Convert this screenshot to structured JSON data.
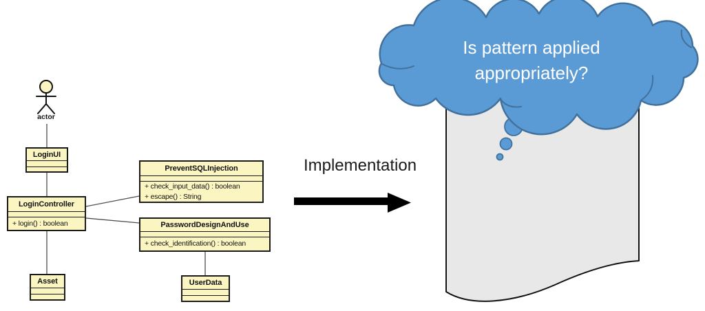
{
  "uml": {
    "actor_label": "actor",
    "classes": [
      {
        "name": "LoginUI",
        "methods": []
      },
      {
        "name": "LoginController",
        "methods": [
          "+ login() : boolean"
        ]
      },
      {
        "name": "PreventSQLInjection",
        "methods": [
          "+ check_input_data() : boolean",
          "+ escape() : String"
        ]
      },
      {
        "name": "PasswordDesignAndUse",
        "methods": [
          "+ check_identification() : boolean"
        ]
      },
      {
        "name": "Asset",
        "methods": []
      },
      {
        "name": "UserData",
        "methods": []
      }
    ]
  },
  "transition": {
    "label": "Implementation"
  },
  "thought": {
    "question": "Is pattern applied appropriately?"
  },
  "colors": {
    "uml_box_fill": "#FBF5C2",
    "uml_border": "#1a1a1a",
    "connector": "#4d4d4d",
    "arrow": "#000000",
    "cloud_fill": "#5B9BD5",
    "cloud_stroke": "#41719C",
    "bubble_fill": "#5B9BD5",
    "document_fill": "#E8E8E8",
    "document_stroke": "#111111",
    "text_on_cloud": "#FFFFFF"
  }
}
